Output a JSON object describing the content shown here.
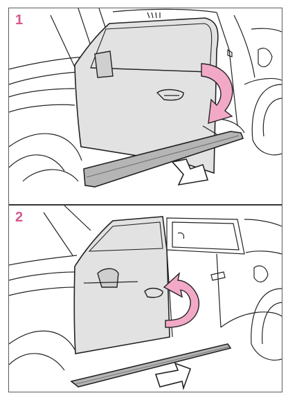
{
  "figure": {
    "steps": [
      {
        "number": "1"
      },
      {
        "number": "2"
      }
    ],
    "colors": {
      "step_number": "#d7558f",
      "rotation_arrow": "#f2a9c7",
      "door_fill": "#e2e2e2",
      "step_bar": "#b5b5b5",
      "outline": "#222222"
    },
    "icons": [
      "curved-rotation-arrow",
      "straight-arrow"
    ]
  }
}
